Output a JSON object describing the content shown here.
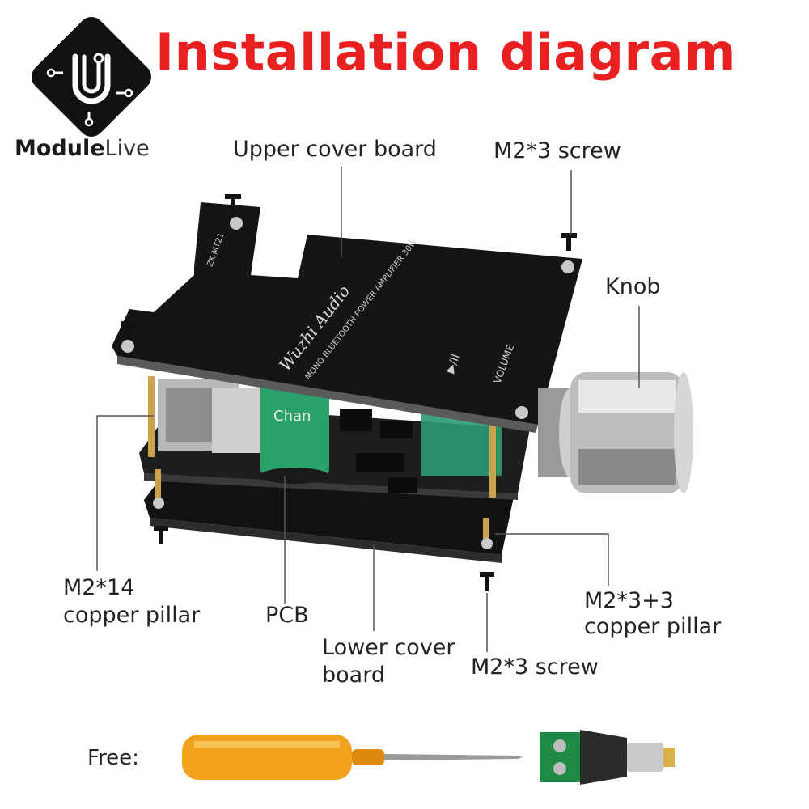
{
  "title": "Installation diagram",
  "brand": {
    "name_bold": "Module",
    "name_light": "Live"
  },
  "labels": {
    "upper_cover": "Upper cover board",
    "m23_top": "M2*3 screw",
    "knob": "Knob",
    "m214_l1": "M2*14",
    "m214_l2": "copper pillar",
    "pcb": "PCB",
    "lower_l1": "Lower cover",
    "lower_l2": "board",
    "m23_bottom": "M2*3 screw",
    "m233_l1": "M2*3+3",
    "m233_l2": "copper pillar"
  },
  "free_label": "Free:",
  "board_text": {
    "brand": "Wuzhi Audio",
    "model": "MONO BLUETOOTH POWER AMPLIFIER 30W",
    "volume": "VOLUME",
    "play": "▶/II",
    "cap": "Chan",
    "pcb_code": "ZK-MT21"
  },
  "colors": {
    "title": "#e8201f",
    "board": "#141414",
    "pcb": "#1b1b1b",
    "cap": "#2aa26a",
    "screwdriver": "#f2a21c"
  }
}
